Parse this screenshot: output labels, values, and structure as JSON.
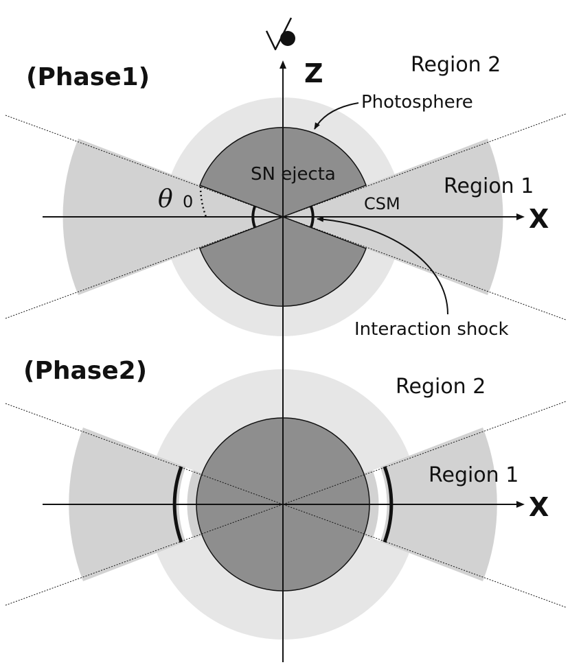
{
  "phase1": {
    "title": "(Phase1)",
    "region2": "Region 2",
    "region1": "Region 1",
    "photosphere": "Photosphere",
    "sn_ejecta": "SN ejecta",
    "csm": "CSM",
    "theta": "θ",
    "theta_sub": "0",
    "interaction_shock": "Interaction shock",
    "x_axis": "X",
    "z_axis": "Z"
  },
  "phase2": {
    "title": "(Phase2)",
    "region2": "Region 2",
    "region1": "Region 1",
    "x_axis": "X"
  },
  "observer_icon": "eye-icon",
  "colors": {
    "region2": "#e6e6e6",
    "region1": "#d2d2d2",
    "ejecta": "#8e8e8e",
    "line": "#111111"
  }
}
